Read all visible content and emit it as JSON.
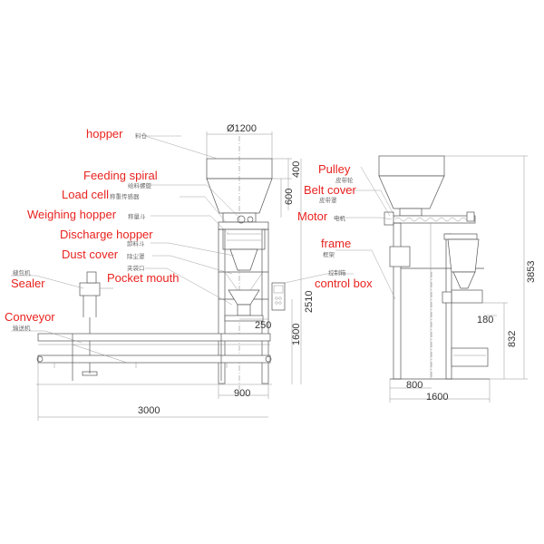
{
  "labels": {
    "hopper": {
      "en": "hopper",
      "cn": "料仓"
    },
    "feeding_spiral": {
      "en": "Feeding spiral",
      "cn": "给料螺旋"
    },
    "load_cell": {
      "en": "Load cell",
      "cn": "称重传感器"
    },
    "weighing_hopper": {
      "en": "Weighing hopper",
      "cn": "称量斗"
    },
    "discharge_hopper": {
      "en": "Discharge hopper",
      "cn": "卸料斗"
    },
    "dust_cover": {
      "en": "Dust cover",
      "cn": "除尘罩"
    },
    "pocket_mouth": {
      "en": "Pocket mouth",
      "cn": "夹袋口"
    },
    "sealer": {
      "en": "Sealer",
      "cn": "缝包机"
    },
    "conveyor": {
      "en": "Conveyor",
      "cn": "输送机"
    },
    "pulley": {
      "en": "Pulley",
      "cn": "皮带轮"
    },
    "belt_cover": {
      "en": "Belt cover",
      "cn": "皮带罩"
    },
    "motor": {
      "en": "Motor",
      "cn": "电机"
    },
    "frame": {
      "en": "frame",
      "cn": "框架"
    },
    "control_box": {
      "en": "control box",
      "cn": "控制箱"
    }
  },
  "dimensions": {
    "d1200": "Ø1200",
    "d400": "400",
    "d600": "600",
    "d2510": "2510",
    "d1600_v": "1600",
    "d250": "250",
    "d900": "900",
    "d3000": "3000",
    "d3853": "3853",
    "d180": "180",
    "d832": "832",
    "d800": "800",
    "d1600_h": "1600"
  }
}
